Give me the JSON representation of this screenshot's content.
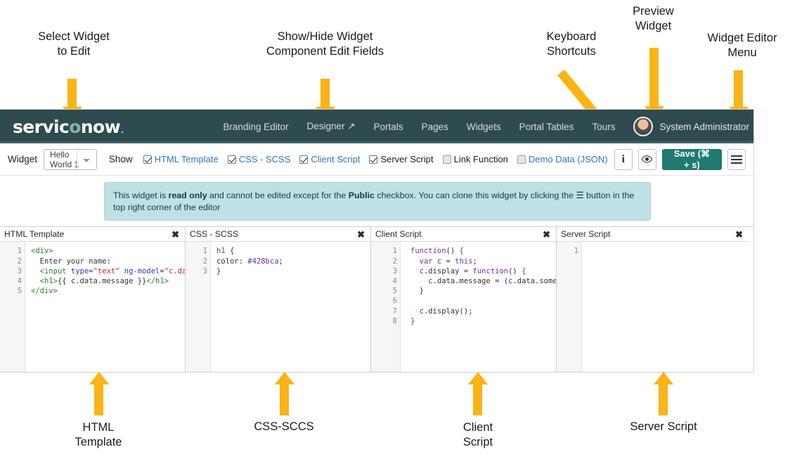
{
  "annotations": {
    "select_widget": "Select Widget\nto Edit",
    "show_hide": "Show/Hide Widget\nComponent Edit Fields",
    "keyboard_shortcuts": "Keyboard\nShortcuts",
    "preview_widget": "Preview\nWidget",
    "widget_editor_menu": "Widget Editor\nMenu",
    "html_template": "HTML\nTemplate",
    "css_sccs": "CSS-SCCS",
    "client_script": "Client\nScript",
    "server_script": "Server Script",
    "arrow_color": "#FBB316"
  },
  "navbar": {
    "logo_pre": "servic",
    "logo_teal": "o",
    "logo_post": "now",
    "logo_tm": ".",
    "bg_color": "#2E4B4F",
    "links": [
      "Branding Editor",
      "Designer ↗",
      "Portals",
      "Pages",
      "Widgets",
      "Portal Tables",
      "Tours"
    ],
    "username": "System Administrator"
  },
  "toolbar": {
    "widget_label": "Widget",
    "widget_value": "Hello World 1",
    "show_label": "Show",
    "checkboxes": [
      {
        "label": "HTML Template",
        "checked": true,
        "style": "link"
      },
      {
        "label": "CSS - SCSS",
        "checked": true,
        "style": "link"
      },
      {
        "label": "Client Script",
        "checked": true,
        "style": "link"
      },
      {
        "label": "Server Script",
        "checked": true,
        "style": "dark"
      },
      {
        "label": "Link Function",
        "checked": false,
        "style": "dark"
      },
      {
        "label": "Demo Data (JSON)",
        "checked": false,
        "style": "link"
      }
    ],
    "info_glyph": "i",
    "save_label": "Save (⌘ + s)",
    "save_color": "#1F7A70"
  },
  "notice": {
    "part1": "This widget is ",
    "bold1": "read only",
    "part2": " and cannot be edited except for the ",
    "bold2": "Public",
    "part3": " checkbox. You can clone this widget by clicking the ",
    "menu_glyph": "☰",
    "part4": " button in the top right corner of the editor",
    "bg_color": "#bfe0e4"
  },
  "panels": [
    {
      "title": "HTML Template",
      "close": "✖",
      "line_numbers": [
        "1",
        "2",
        "3",
        "4",
        "5"
      ],
      "folds": [
        true,
        false,
        false,
        true,
        false
      ],
      "has_scrollbar": true,
      "scroll_left_pct": 8,
      "scroll_width_pct": 45,
      "lines": [
        [
          {
            "t": "<div>",
            "c": "t-tag"
          }
        ],
        [
          {
            "t": "  Enter your name:",
            "c": "t-txt"
          }
        ],
        [
          {
            "t": "  ",
            "c": "t-txt"
          },
          {
            "t": "<input",
            "c": "t-tag"
          },
          {
            "t": " type",
            "c": "t-attr"
          },
          {
            "t": "=",
            "c": "t-txt"
          },
          {
            "t": "\"text\"",
            "c": "t-str"
          },
          {
            "t": " ng-model",
            "c": "t-attr"
          },
          {
            "t": "=",
            "c": "t-txt"
          },
          {
            "t": "\"c.data.so",
            "c": "t-str"
          }
        ],
        [
          {
            "t": "  ",
            "c": "t-txt"
          },
          {
            "t": "<h1>",
            "c": "t-tag"
          },
          {
            "t": "{{ c.data.message }}",
            "c": "t-txt"
          },
          {
            "t": "</h1>",
            "c": "t-tag"
          }
        ],
        [
          {
            "t": "</div>",
            "c": "t-tag"
          }
        ]
      ]
    },
    {
      "title": "CSS - SCSS",
      "close": "✖",
      "line_numbers": [
        "1",
        "2",
        "3"
      ],
      "folds": [
        true,
        false,
        false
      ],
      "has_scrollbar": false,
      "scroll_left_pct": 0,
      "scroll_width_pct": 0,
      "lines": [
        [
          {
            "t": "h1",
            "c": "t-sel"
          },
          {
            "t": " {",
            "c": "t-prop"
          }
        ],
        [
          {
            "t": "color: ",
            "c": "t-prop"
          },
          {
            "t": "#428bca",
            "c": "t-val"
          },
          {
            "t": ";",
            "c": "t-prop"
          }
        ],
        [
          {
            "t": "}",
            "c": "t-prop"
          }
        ]
      ]
    },
    {
      "title": "Client Script",
      "close": "✖",
      "line_numbers": [
        "1",
        "2",
        "3",
        "4",
        "5",
        "6",
        "7",
        "8"
      ],
      "folds": [
        true,
        false,
        true,
        false,
        false,
        false,
        false,
        false
      ],
      "has_scrollbar": true,
      "scroll_left_pct": 2,
      "scroll_width_pct": 72,
      "lines": [
        [
          {
            "t": "function",
            "c": "t-fn"
          },
          {
            "t": "() ",
            "c": "t-id"
          },
          {
            "t": "{",
            "c": "t-brace"
          }
        ],
        [
          {
            "t": "  ",
            "c": "t-id"
          },
          {
            "t": "var",
            "c": "t-kw"
          },
          {
            "t": " ",
            "c": "t-id"
          },
          {
            "t": "c",
            "c": "t-var"
          },
          {
            "t": " = ",
            "c": "t-id"
          },
          {
            "t": "this",
            "c": "t-kw"
          },
          {
            "t": ";",
            "c": "t-id"
          }
        ],
        [
          {
            "t": "  ",
            "c": "t-id"
          },
          {
            "t": "c",
            "c": "t-var"
          },
          {
            "t": ".display = ",
            "c": "t-id"
          },
          {
            "t": "function",
            "c": "t-fn"
          },
          {
            "t": "() ",
            "c": "t-id"
          },
          {
            "t": "{",
            "c": "t-brace"
          }
        ],
        [
          {
            "t": "    ",
            "c": "t-id"
          },
          {
            "t": "c",
            "c": "t-var"
          },
          {
            "t": ".data.message = (",
            "c": "t-id"
          },
          {
            "t": "c",
            "c": "t-var"
          },
          {
            "t": ".data.sometex",
            "c": "t-id"
          }
        ],
        [
          {
            "t": "  }",
            "c": "t-id"
          }
        ],
        [
          {
            "t": "",
            "c": "t-id"
          }
        ],
        [
          {
            "t": "  ",
            "c": "t-id"
          },
          {
            "t": "c",
            "c": "t-var"
          },
          {
            "t": ".display();",
            "c": "t-id"
          }
        ],
        [
          {
            "t": "}",
            "c": "t-brace"
          }
        ]
      ]
    },
    {
      "title": "Server Script",
      "close": "✖",
      "line_numbers": [
        "1"
      ],
      "folds": [
        false
      ],
      "has_scrollbar": false,
      "scroll_left_pct": 0,
      "scroll_width_pct": 0,
      "lines": [
        [
          {
            "t": "",
            "c": "t-id"
          }
        ]
      ]
    }
  ]
}
